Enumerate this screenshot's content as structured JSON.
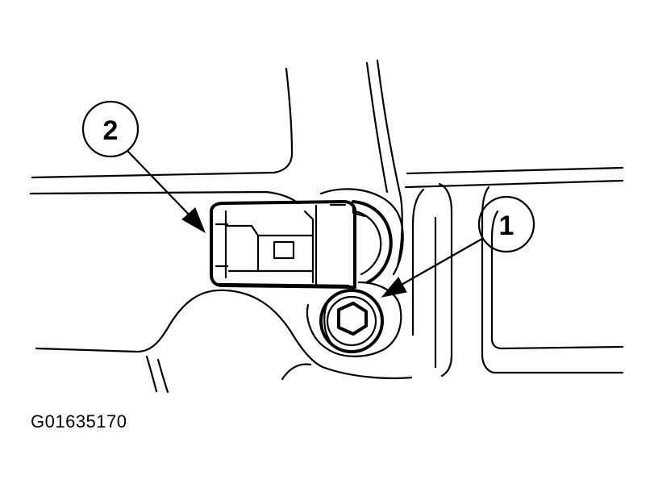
{
  "callouts": [
    {
      "label": "1",
      "target": "sensor-bolt"
    },
    {
      "label": "2",
      "target": "sensor-connector"
    }
  ],
  "figure_id": "G01635170",
  "colors": {
    "line": "#000000",
    "background": "#ffffff"
  }
}
